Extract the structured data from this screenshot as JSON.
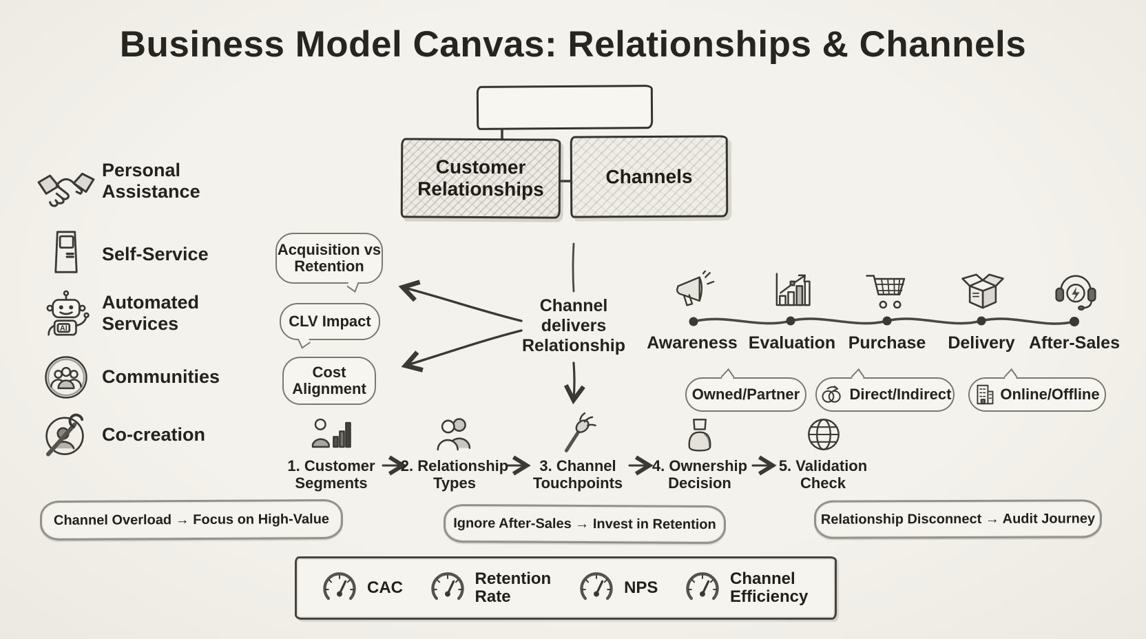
{
  "title": "Business Model Canvas: Relationships & Channels",
  "colors": {
    "background": "#f1efe9",
    "ink": "#2b2924",
    "pencil": "#7a786f",
    "paper": "#f6f5ef"
  },
  "canvas_boxes": {
    "top_box_label": "",
    "customer_relationships": "Customer Relationships",
    "channels": "Channels"
  },
  "relationship_types": [
    {
      "label": "Personal Assistance",
      "icon": "handshake-icon"
    },
    {
      "label": "Self-Service",
      "icon": "kiosk-icon"
    },
    {
      "label": "Automated Services",
      "icon": "robot-icon",
      "icon_text": "AI"
    },
    {
      "label": "Communities",
      "icon": "communities-icon"
    },
    {
      "label": "Co-creation",
      "icon": "co-creation-icon"
    }
  ],
  "insight_bubbles": [
    {
      "label": "Acquisition vs Retention"
    },
    {
      "label": "CLV Impact"
    },
    {
      "label": "Cost Alignment"
    }
  ],
  "center_note": "Channel delivers Relationship",
  "journey": {
    "stages": [
      {
        "label": "Awareness",
        "icon": "megaphone-icon"
      },
      {
        "label": "Evaluation",
        "icon": "growth-chart-icon"
      },
      {
        "label": "Purchase",
        "icon": "shopping-cart-icon"
      },
      {
        "label": "Delivery",
        "icon": "package-box-icon"
      },
      {
        "label": "After-Sales",
        "icon": "headset-icon"
      }
    ],
    "channel_type_bubbles": [
      {
        "label": "Owned/Partner",
        "icon": ""
      },
      {
        "label": "Direct/Indirect",
        "icon": "linked-rings-icon"
      },
      {
        "label": "Online/Offline",
        "icon": "building-icon"
      }
    ]
  },
  "process_steps": [
    {
      "label": "1. Customer Segments",
      "icon": "person-chart-icon"
    },
    {
      "label": "2. Relationship Types",
      "icon": "two-people-icon"
    },
    {
      "label": "3. Channel Touchpoints",
      "icon": "fork-icon"
    },
    {
      "label": "4. Ownership Decision",
      "icon": "stamp-icon"
    },
    {
      "label": "5. Validation Check",
      "icon": "globe-icon"
    }
  ],
  "warning_pills": [
    {
      "label": "Channel Overload → Focus on High-Value"
    },
    {
      "label": "Ignore After-Sales → Invest in Retention"
    },
    {
      "label": "Relationship Disconnect → Audit Journey"
    }
  ],
  "metrics": [
    {
      "label": "CAC",
      "icon": "gauge-icon"
    },
    {
      "label": "Retention Rate",
      "icon": "gauge-icon"
    },
    {
      "label": "NPS",
      "icon": "gauge-icon"
    },
    {
      "label": "Channel Efficiency",
      "icon": "gauge-icon"
    }
  ]
}
